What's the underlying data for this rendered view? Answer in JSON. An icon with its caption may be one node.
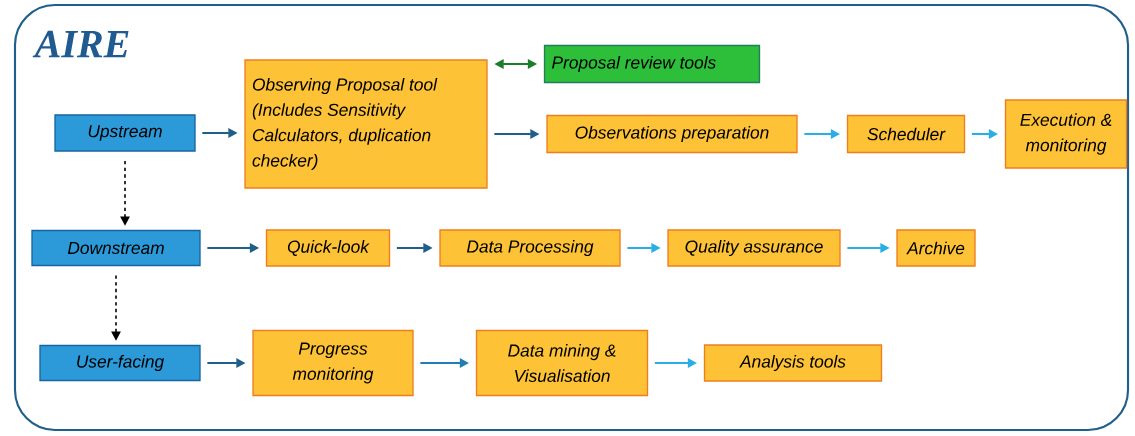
{
  "diagram": {
    "nodes": [
      {
        "text": [
          "AIRE"
        ]
      },
      {
        "text": [
          "Upstream"
        ],
        "in": 0
      },
      {
        "text": [
          "Observing Proposal tool (Includes Sensitivity Calculators, duplication checker)"
        ],
        "in": 0
      },
      {
        "text": [
          "Proposal review tools"
        ],
        "in": 0
      },
      {
        "text": [
          "Observations preparation"
        ],
        "in": 0
      },
      {
        "text": [
          "Scheduler"
        ],
        "in": 0
      },
      {
        "text": [
          "Execution & monitoring"
        ],
        "in": 0
      },
      {
        "text": [
          "Downstream"
        ],
        "in": 0
      },
      {
        "text": [
          "Quick-look"
        ],
        "in": 0
      },
      {
        "text": [
          "Data Processing"
        ],
        "in": 0
      },
      {
        "text": [
          "Quality assurance"
        ],
        "in": 0
      },
      {
        "text": [
          "Archive"
        ],
        "in": 0
      },
      {
        "text": [
          "User-facing"
        ],
        "in": 0
      },
      {
        "text": [
          "Progress monitoring"
        ],
        "in": 0
      },
      {
        "text": [
          "Data mining & Visualisation"
        ],
        "in": 0
      },
      {
        "text": [
          "Analysis tools"
        ],
        "in": 0
      }
    ],
    "edges": [
      {
        "from": 1,
        "to": 2,
        "arrow": "to",
        "color": "#1f5f8b"
      },
      {
        "from": 2,
        "to": 3,
        "arrow": "both",
        "color": "#1a7f2a"
      },
      {
        "from": 2,
        "to": 4,
        "arrow": "to",
        "color": "#1f5f8b"
      },
      {
        "from": 4,
        "to": 5,
        "arrow": "to",
        "color": "#29aee6"
      },
      {
        "from": 5,
        "to": 6,
        "arrow": "to",
        "color": "#29aee6"
      },
      {
        "from": 1,
        "to": 7,
        "arrow": "to",
        "style": "dashed",
        "color": "#000000"
      },
      {
        "from": 7,
        "to": 8,
        "arrow": "to",
        "color": "#1f5f8b"
      },
      {
        "from": 8,
        "to": 9,
        "arrow": "to",
        "color": "#1f5f8b"
      },
      {
        "from": 9,
        "to": 10,
        "arrow": "to",
        "color": "#29aee6"
      },
      {
        "from": 10,
        "to": 11,
        "arrow": "to",
        "color": "#29aee6"
      },
      {
        "from": 7,
        "to": 12,
        "arrow": "to",
        "style": "dashed",
        "color": "#000000"
      },
      {
        "from": 12,
        "to": 13,
        "arrow": "to",
        "color": "#1f5f8b"
      },
      {
        "from": 13,
        "to": 14,
        "arrow": "to",
        "color": "#1f7fb5"
      },
      {
        "from": 14,
        "to": 15,
        "arrow": "to",
        "color": "#29aee6"
      }
    ]
  }
}
